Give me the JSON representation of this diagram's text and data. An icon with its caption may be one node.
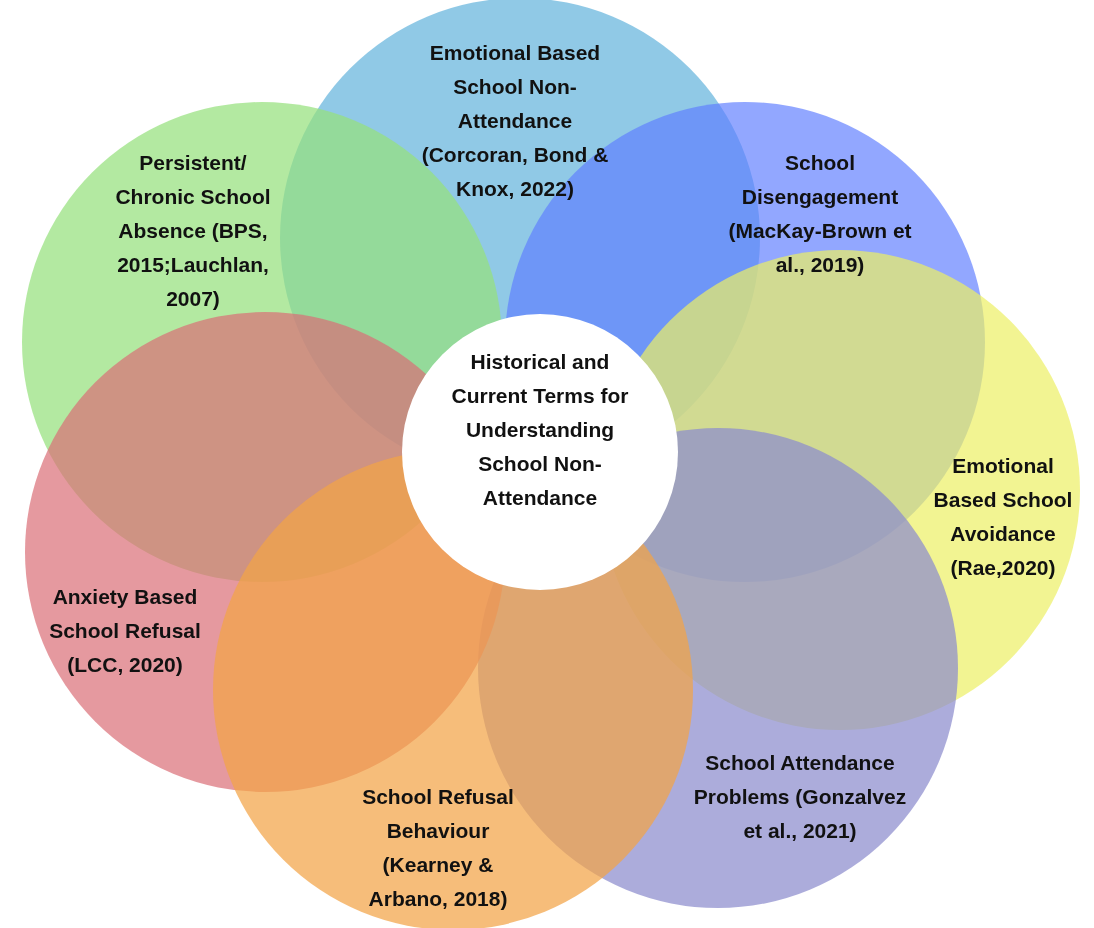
{
  "diagram": {
    "nodes": [
      {
        "text": [
          "Historical and Current Terms for Understanding School Non-Attendance"
        ]
      },
      {
        "text": [
          "Emotional Based School Non-Attendance (Corcoran, Bond & Knox, 2022)"
        ]
      },
      {
        "text": [
          "School Disengagement (MacKay-Brown et al., 2019)"
        ]
      },
      {
        "text": [
          "Emotional Based School Avoidance (Rae,2020)"
        ]
      },
      {
        "text": [
          "School Attendance Problems (Gonzalvez et al., 2021)"
        ]
      },
      {
        "text": [
          "School Refusal Behaviour (Kearney & Arbano, 2018)"
        ]
      },
      {
        "text": [
          "Anxiety Based School Refusal (LCC, 2020)"
        ]
      },
      {
        "text": [
          "Persistent/ Chronic School Absence (BPS, 2015;Lauchlan, 2007)"
        ]
      }
    ]
  }
}
